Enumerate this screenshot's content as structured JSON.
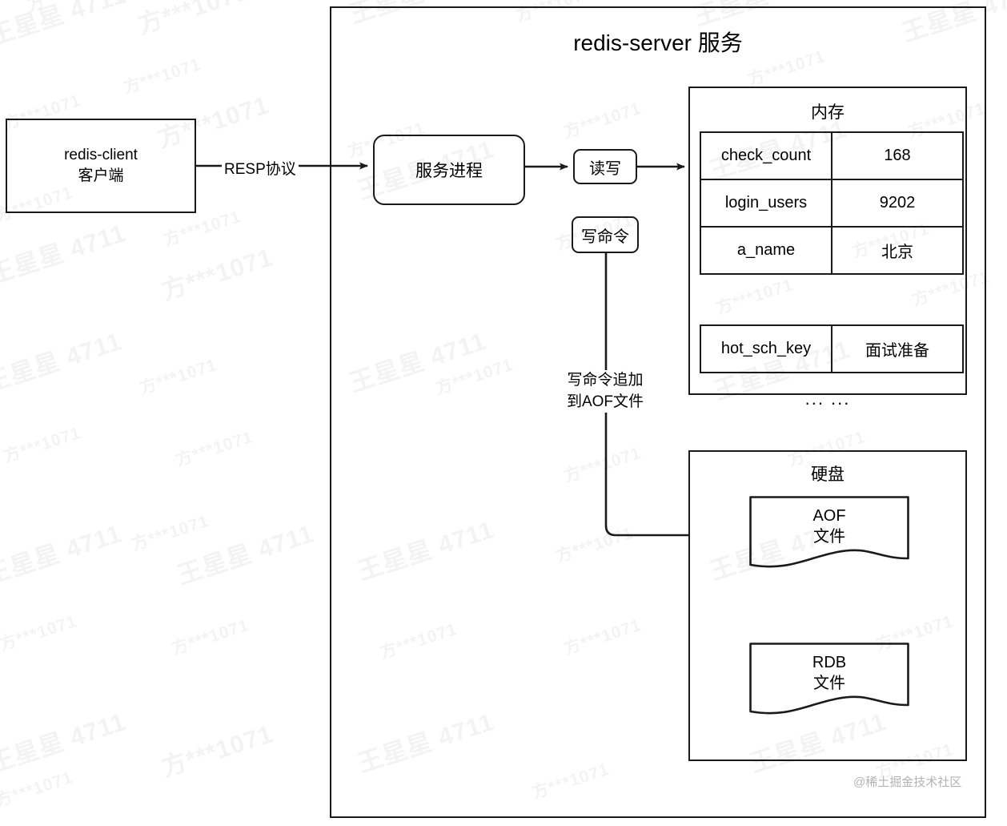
{
  "diagram": {
    "title": "redis-server 服务",
    "client": {
      "line1": "redis-client",
      "line2": "客户端"
    },
    "protocol_label": "RESP协议",
    "process_label": "服务进程",
    "read_write_label": "读写",
    "write_command_label": "写命令",
    "aof_note_line1": "写命令追加",
    "aof_note_line2": "到AOF文件",
    "memory": {
      "title": "内存",
      "rows": [
        {
          "key": "check_count",
          "value": "168"
        },
        {
          "key": "login_users",
          "value": "9202"
        },
        {
          "key": "a_name",
          "value": "北京"
        }
      ],
      "ellipsis": "... ...",
      "extra_rows": [
        {
          "key": "hot_sch_key",
          "value": "面试准备"
        }
      ]
    },
    "disk": {
      "title": "硬盘",
      "files": [
        {
          "name": "AOF",
          "suffix": "文件"
        },
        {
          "name": "RDB",
          "suffix": "文件"
        }
      ]
    }
  },
  "watermarks": {
    "primary": "王星星 4711",
    "secondary": "方***1071"
  },
  "credit": "@稀土掘金技术社区",
  "colors": {
    "stroke": "#1a1a1a",
    "background": "#ffffff",
    "text": "#000000"
  }
}
